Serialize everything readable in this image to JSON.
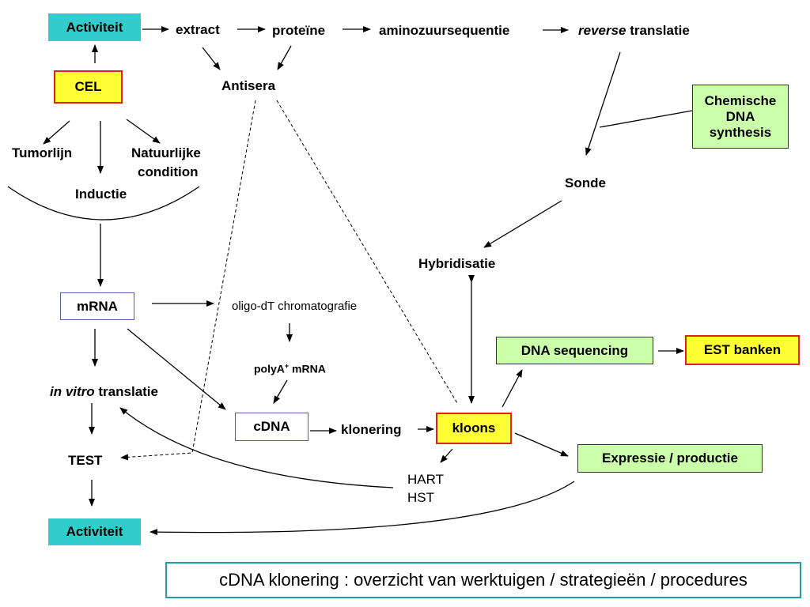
{
  "nodes": {
    "activiteit_top": "Activiteit",
    "extract": "extract",
    "proteine": "proteïne",
    "aminozuursequentie": "aminozuursequentie",
    "reverse_translatie": {
      "italic": "reverse",
      "rest": " translatie"
    },
    "cel": "CEL",
    "antisera": "Antisera",
    "chemische_dna_synthesis": [
      "Chemische",
      "DNA",
      "synthesis"
    ],
    "tumorlijn": "Tumorlijn",
    "natuurlijke_condition": [
      "Natuurlijke",
      "condition"
    ],
    "inductie": "Inductie",
    "sonde": "Sonde",
    "hybridisatie": "Hybridisatie",
    "mrna": "mRNA",
    "oligo_dt": "oligo-dT chromatografie",
    "polya_mrna": {
      "prefix": "polyA",
      "sup": "+",
      "suffix": " mRNA"
    },
    "dna_sequencing": "DNA sequencing",
    "est_banken": "EST banken",
    "in_vitro_translatie": {
      "italic": "in vitro",
      "rest": " translatie"
    },
    "cdna": "cDNA",
    "klonering": "klonering",
    "kloons": "kloons",
    "expressie_productie": "Expressie / productie",
    "test": "TEST",
    "hart": "HART",
    "hst": "HST",
    "activiteit_bottom": "Activiteit"
  },
  "footer": "cDNA klonering : overzicht van werktuigen / strategieën / procedures",
  "colors": {
    "teal": "#33cccc",
    "yellow": "#ffff33",
    "red_border": "#e0201c",
    "green": "#ccffaa",
    "blue_border": "#5a5aa8",
    "footer_border": "#20a0a0"
  }
}
